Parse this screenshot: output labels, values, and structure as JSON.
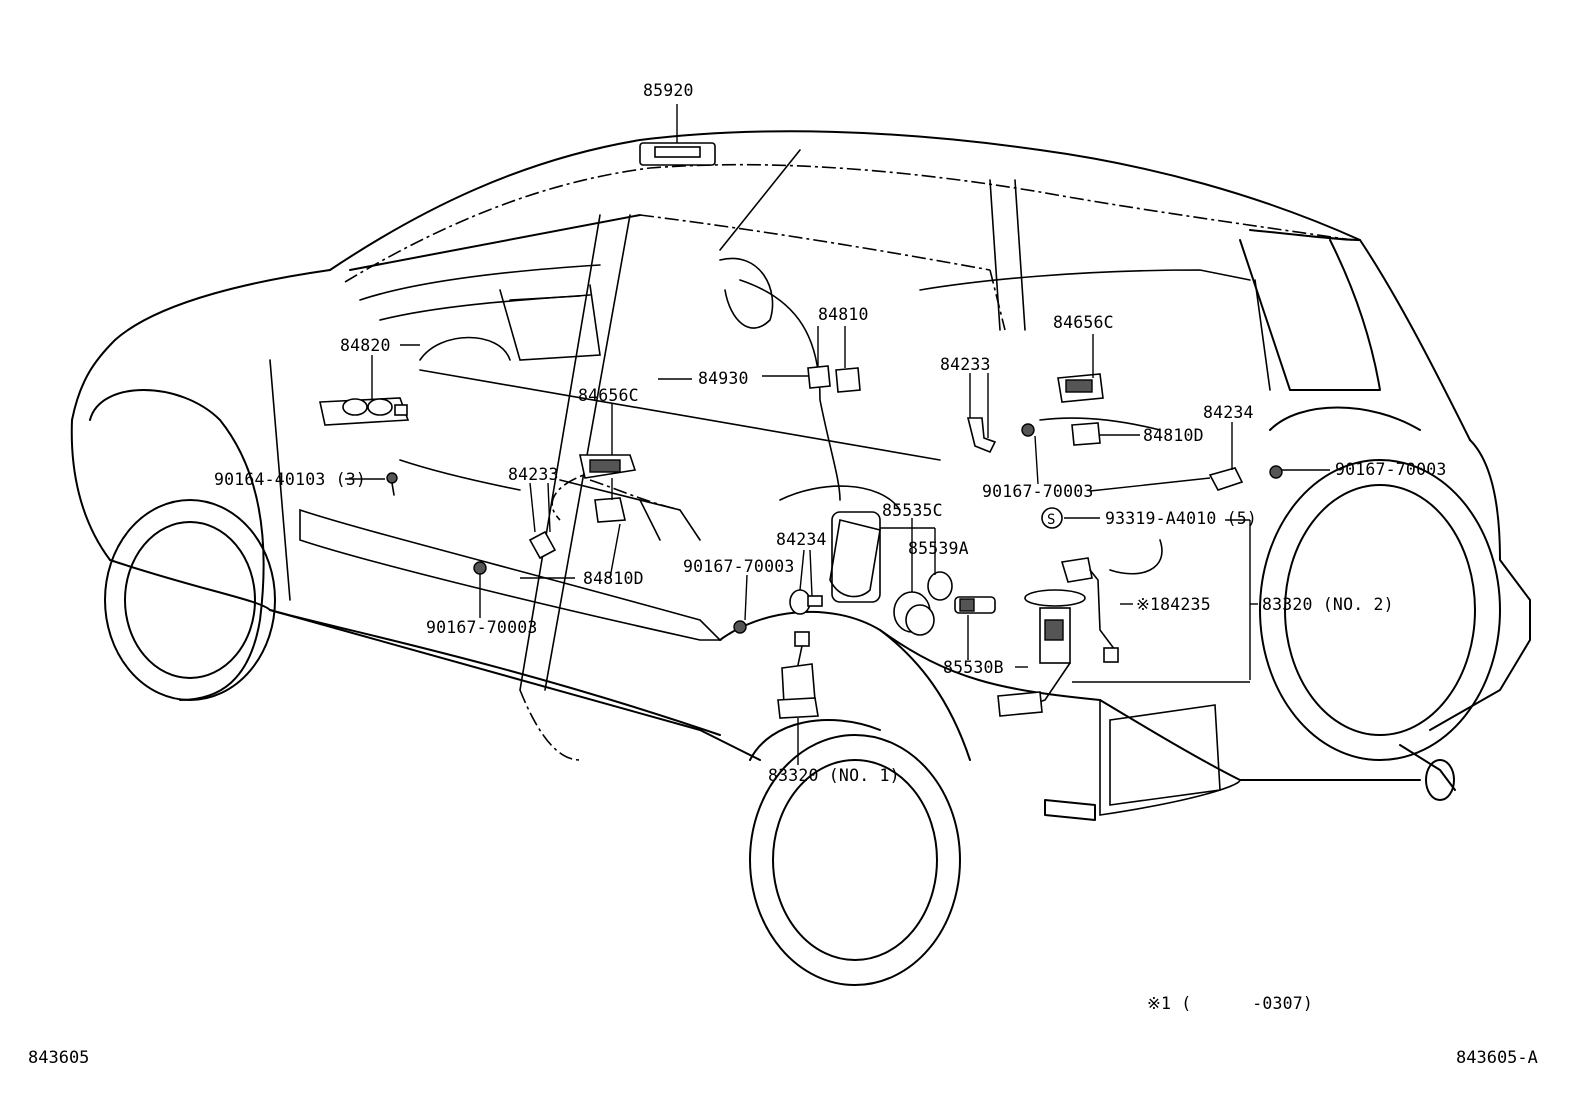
{
  "diagram": {
    "footer_left": "843605",
    "footer_right": "843605-A",
    "note": "※1 (      -0307)",
    "callouts": [
      {
        "id": "c85920",
        "text": "85920"
      },
      {
        "id": "c84820",
        "text": "84820"
      },
      {
        "id": "c84656c_front",
        "text": "84656C"
      },
      {
        "id": "c84930",
        "text": "84930"
      },
      {
        "id": "c84810",
        "text": "84810"
      },
      {
        "id": "c84233_right",
        "text": "84233"
      },
      {
        "id": "c84656c_rear",
        "text": "84656C"
      },
      {
        "id": "c84234_right",
        "text": "84234"
      },
      {
        "id": "c84810d_right",
        "text": "84810D"
      },
      {
        "id": "c90164",
        "text": "90164-40103 (3)"
      },
      {
        "id": "c84233_left",
        "text": "84233"
      },
      {
        "id": "c90167_center",
        "text": "90167-70003"
      },
      {
        "id": "c90167_right",
        "text": "90167-70003"
      },
      {
        "id": "c85535c",
        "text": "85535C"
      },
      {
        "id": "c93319",
        "text": "93319-A4010 (5)"
      },
      {
        "id": "c84234_center",
        "text": "84234"
      },
      {
        "id": "c85539a",
        "text": "85539A"
      },
      {
        "id": "c90167_mid",
        "text": "90167-70003"
      },
      {
        "id": "c184235",
        "text": "※184235"
      },
      {
        "id": "c83320_no2",
        "text": "83320 (NO. 2)"
      },
      {
        "id": "c84810d_left",
        "text": "84810D"
      },
      {
        "id": "c90167_left",
        "text": "90167-70003"
      },
      {
        "id": "c85530b",
        "text": "85530B"
      },
      {
        "id": "c83320_no1",
        "text": "83320 (NO. 1)"
      },
      {
        "id": "c_s_symbol",
        "text": "S"
      }
    ]
  }
}
